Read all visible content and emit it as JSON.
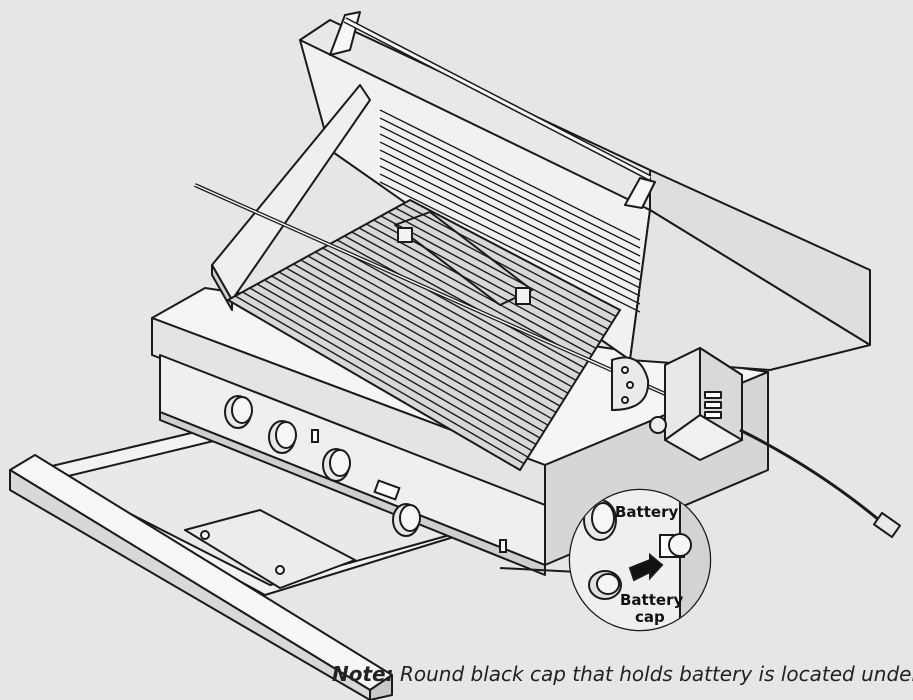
{
  "callout": {
    "battery_label": "Battery",
    "cap_label_line1": "Battery",
    "cap_label_line2": "cap"
  },
  "note": {
    "prefix": "Note:",
    "text": " Round black cap that holds battery is located underneath"
  },
  "colors": {
    "background": "#e6e6e6",
    "outline": "#1a1a1a",
    "metal_light": "#f4f4f4",
    "metal_mid": "#d9d9d9",
    "callout_arrow": "#111111"
  }
}
